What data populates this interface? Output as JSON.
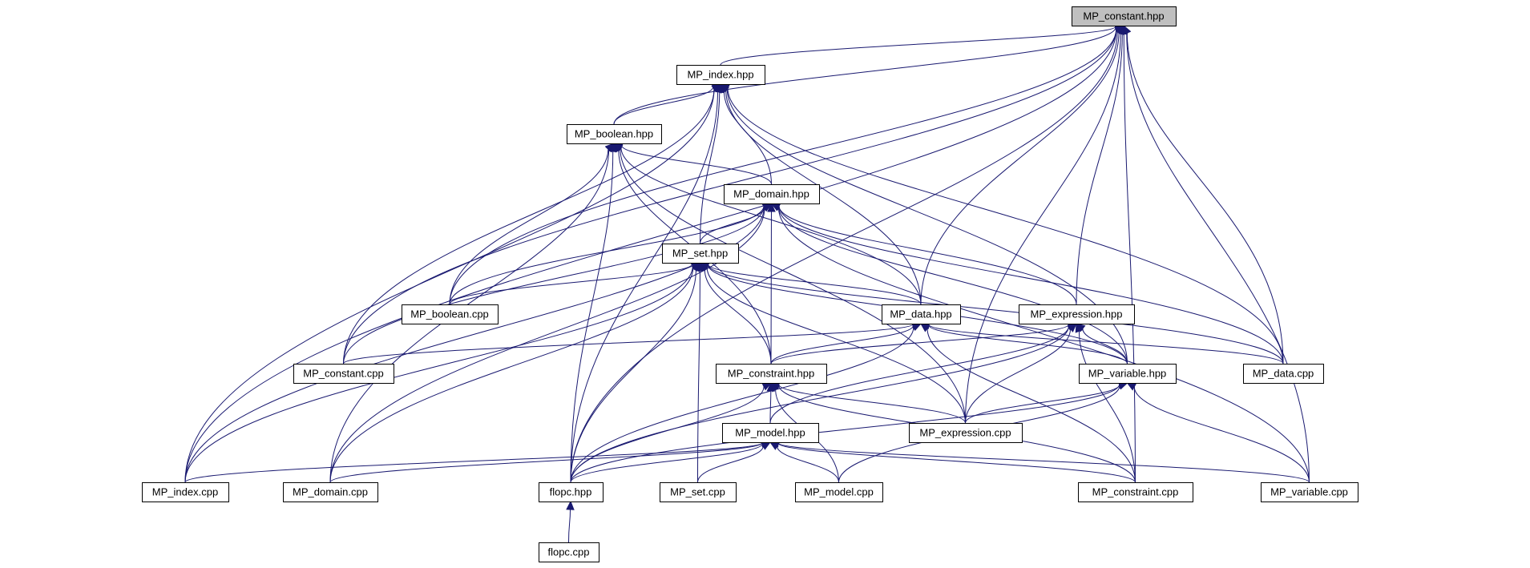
{
  "graph": {
    "root": "MP_constant.hpp",
    "edge_color": "#191970",
    "root_fill": "#bfbfbf",
    "nodes": [
      {
        "id": "constant_hpp",
        "label": "MP_constant.hpp"
      },
      {
        "id": "index_hpp",
        "label": "MP_index.hpp"
      },
      {
        "id": "boolean_hpp",
        "label": "MP_boolean.hpp"
      },
      {
        "id": "domain_hpp",
        "label": "MP_domain.hpp"
      },
      {
        "id": "set_hpp",
        "label": "MP_set.hpp"
      },
      {
        "id": "boolean_cpp",
        "label": "MP_boolean.cpp"
      },
      {
        "id": "data_hpp",
        "label": "MP_data.hpp"
      },
      {
        "id": "expression_hpp",
        "label": "MP_expression.hpp"
      },
      {
        "id": "constant_cpp",
        "label": "MP_constant.cpp"
      },
      {
        "id": "constraint_hpp",
        "label": "MP_constraint.hpp"
      },
      {
        "id": "variable_hpp",
        "label": "MP_variable.hpp"
      },
      {
        "id": "data_cpp",
        "label": "MP_data.cpp"
      },
      {
        "id": "model_hpp",
        "label": "MP_model.hpp"
      },
      {
        "id": "expression_cpp",
        "label": "MP_expression.cpp"
      },
      {
        "id": "index_cpp",
        "label": "MP_index.cpp"
      },
      {
        "id": "domain_cpp",
        "label": "MP_domain.cpp"
      },
      {
        "id": "flopc_hpp",
        "label": "flopc.hpp"
      },
      {
        "id": "set_cpp",
        "label": "MP_set.cpp"
      },
      {
        "id": "model_cpp",
        "label": "MP_model.cpp"
      },
      {
        "id": "constraint_cpp",
        "label": "MP_constraint.cpp"
      },
      {
        "id": "variable_cpp",
        "label": "MP_variable.cpp"
      },
      {
        "id": "flopc_cpp",
        "label": "flopc.cpp"
      }
    ],
    "edges": [
      [
        "index_hpp",
        "constant_hpp"
      ],
      [
        "boolean_hpp",
        "constant_hpp"
      ],
      [
        "boolean_cpp",
        "constant_hpp"
      ],
      [
        "data_hpp",
        "constant_hpp"
      ],
      [
        "expression_hpp",
        "constant_hpp"
      ],
      [
        "constant_cpp",
        "constant_hpp"
      ],
      [
        "data_cpp",
        "constant_hpp"
      ],
      [
        "expression_cpp",
        "constant_hpp"
      ],
      [
        "index_cpp",
        "constant_hpp"
      ],
      [
        "flopc_hpp",
        "constant_hpp"
      ],
      [
        "constraint_cpp",
        "constant_hpp"
      ],
      [
        "variable_cpp",
        "constant_hpp"
      ],
      [
        "boolean_hpp",
        "index_hpp"
      ],
      [
        "domain_hpp",
        "index_hpp"
      ],
      [
        "set_hpp",
        "index_hpp"
      ],
      [
        "data_hpp",
        "index_hpp"
      ],
      [
        "variable_hpp",
        "index_hpp"
      ],
      [
        "constant_cpp",
        "index_hpp"
      ],
      [
        "data_cpp",
        "index_hpp"
      ],
      [
        "index_cpp",
        "index_hpp"
      ],
      [
        "flopc_hpp",
        "index_hpp"
      ],
      [
        "domain_hpp",
        "boolean_hpp"
      ],
      [
        "boolean_cpp",
        "boolean_hpp"
      ],
      [
        "data_hpp",
        "boolean_hpp"
      ],
      [
        "constraint_hpp",
        "boolean_hpp"
      ],
      [
        "expression_cpp",
        "boolean_hpp"
      ],
      [
        "domain_cpp",
        "boolean_hpp"
      ],
      [
        "flopc_hpp",
        "boolean_hpp"
      ],
      [
        "set_hpp",
        "domain_hpp"
      ],
      [
        "boolean_cpp",
        "domain_hpp"
      ],
      [
        "expression_hpp",
        "domain_hpp"
      ],
      [
        "constant_cpp",
        "domain_hpp"
      ],
      [
        "constraint_hpp",
        "domain_hpp"
      ],
      [
        "variable_hpp",
        "domain_hpp"
      ],
      [
        "data_cpp",
        "domain_hpp"
      ],
      [
        "index_cpp",
        "domain_hpp"
      ],
      [
        "domain_cpp",
        "domain_hpp"
      ],
      [
        "variable_cpp",
        "domain_hpp"
      ],
      [
        "boolean_cpp",
        "set_hpp"
      ],
      [
        "data_hpp",
        "set_hpp"
      ],
      [
        "constraint_hpp",
        "set_hpp"
      ],
      [
        "variable_hpp",
        "set_hpp"
      ],
      [
        "data_cpp",
        "set_hpp"
      ],
      [
        "expression_cpp",
        "set_hpp"
      ],
      [
        "index_cpp",
        "set_hpp"
      ],
      [
        "domain_cpp",
        "set_hpp"
      ],
      [
        "flopc_hpp",
        "set_hpp"
      ],
      [
        "set_cpp",
        "set_hpp"
      ],
      [
        "constant_cpp",
        "data_hpp"
      ],
      [
        "constraint_hpp",
        "data_hpp"
      ],
      [
        "variable_hpp",
        "data_hpp"
      ],
      [
        "data_cpp",
        "data_hpp"
      ],
      [
        "flopc_hpp",
        "data_hpp"
      ],
      [
        "constraint_cpp",
        "data_hpp"
      ],
      [
        "constraint_hpp",
        "expression_hpp"
      ],
      [
        "variable_hpp",
        "expression_hpp"
      ],
      [
        "expression_cpp",
        "expression_hpp"
      ],
      [
        "model_hpp",
        "expression_hpp"
      ],
      [
        "flopc_hpp",
        "expression_hpp"
      ],
      [
        "constraint_cpp",
        "expression_hpp"
      ],
      [
        "model_hpp",
        "constraint_hpp"
      ],
      [
        "expression_cpp",
        "constraint_hpp"
      ],
      [
        "flopc_hpp",
        "constraint_hpp"
      ],
      [
        "model_cpp",
        "constraint_hpp"
      ],
      [
        "constraint_cpp",
        "constraint_hpp"
      ],
      [
        "expression_cpp",
        "variable_hpp"
      ],
      [
        "flopc_hpp",
        "variable_hpp"
      ],
      [
        "model_cpp",
        "variable_hpp"
      ],
      [
        "variable_cpp",
        "variable_hpp"
      ],
      [
        "index_cpp",
        "model_hpp"
      ],
      [
        "domain_cpp",
        "model_hpp"
      ],
      [
        "flopc_hpp",
        "model_hpp"
      ],
      [
        "set_cpp",
        "model_hpp"
      ],
      [
        "model_cpp",
        "model_hpp"
      ],
      [
        "constraint_cpp",
        "model_hpp"
      ],
      [
        "variable_cpp",
        "model_hpp"
      ],
      [
        "flopc_cpp",
        "flopc_hpp"
      ]
    ]
  }
}
